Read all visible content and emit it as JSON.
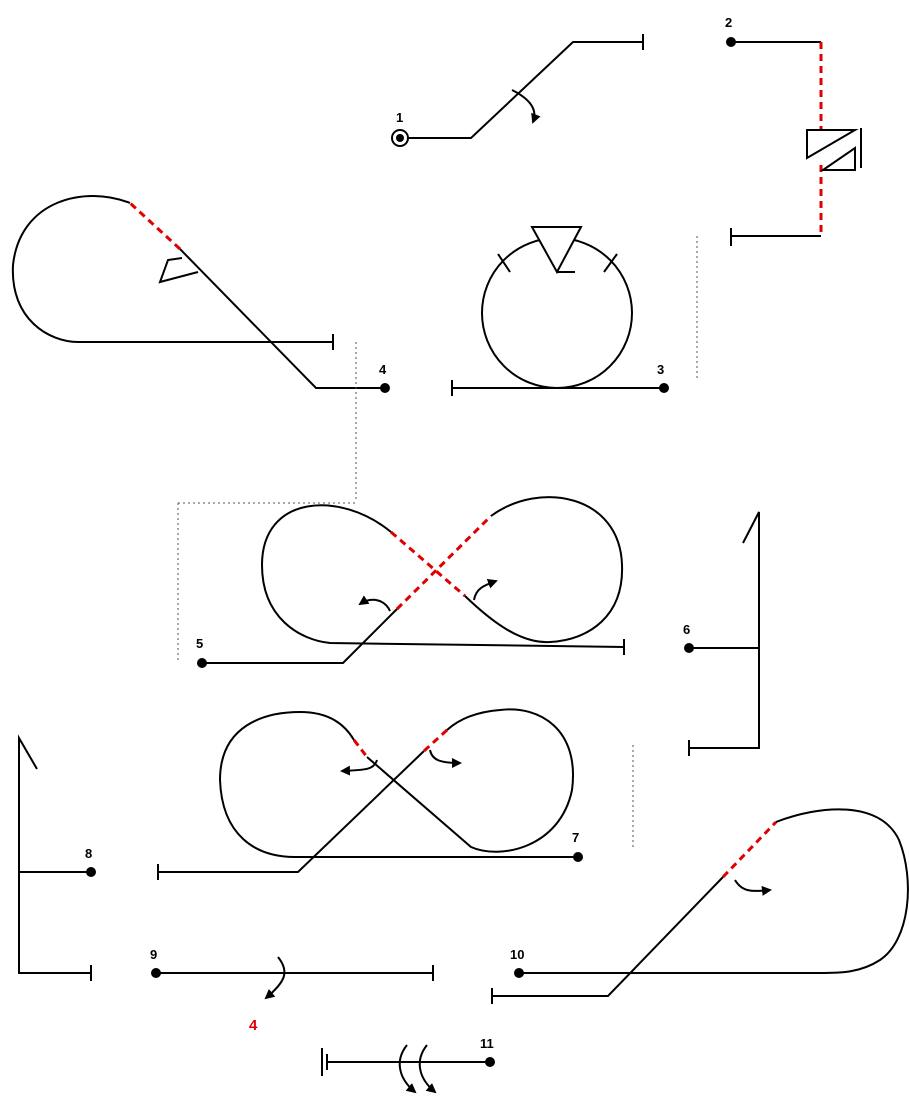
{
  "figures": [
    {
      "id": "fig-1",
      "label": "1"
    },
    {
      "id": "fig-2",
      "label": "2"
    },
    {
      "id": "fig-3",
      "label": "3"
    },
    {
      "id": "fig-4",
      "label": "4"
    },
    {
      "id": "fig-5",
      "label": "5"
    },
    {
      "id": "fig-6",
      "label": "6"
    },
    {
      "id": "fig-7",
      "label": "7"
    },
    {
      "id": "fig-8",
      "label": "8"
    },
    {
      "id": "fig-9",
      "label": "9"
    },
    {
      "id": "fig-10",
      "label": "10"
    },
    {
      "id": "fig-11",
      "label": "11"
    }
  ],
  "annotations": {
    "fig9_note": "4"
  },
  "colors": {
    "line": "#000000",
    "dashed_segment": "#e00000",
    "guide": "#555555"
  }
}
